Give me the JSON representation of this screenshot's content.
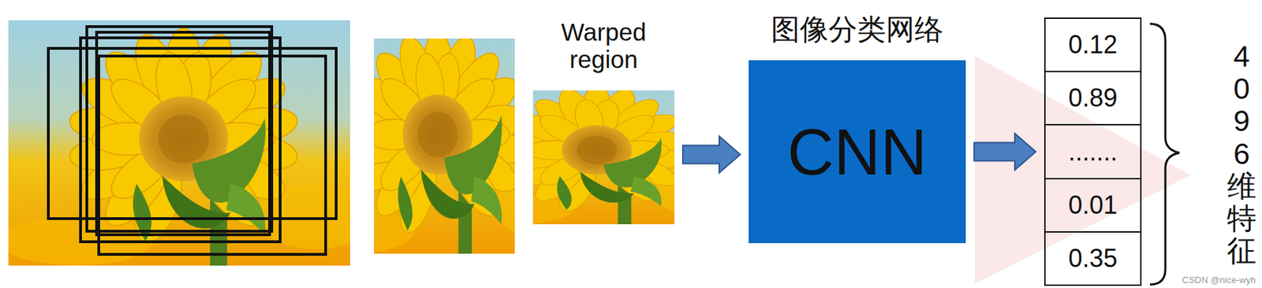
{
  "diagram": {
    "nodes": [
      {
        "text": [
          "Warped region"
        ]
      },
      {
        "text": [
          "图像分类网络",
          "CNN"
        ]
      },
      {
        "text": [
          "0.12",
          "0.89",
          ".......",
          "0.01",
          "0.35"
        ]
      }
    ],
    "edges": [
      {
        "from": 0,
        "to": 1,
        "arrow": "to"
      },
      {
        "from": 1,
        "to": 2,
        "arrow": "to"
      }
    ],
    "labels": [
      "4096维特征",
      "CSDN @nice-wyh"
    ]
  }
}
